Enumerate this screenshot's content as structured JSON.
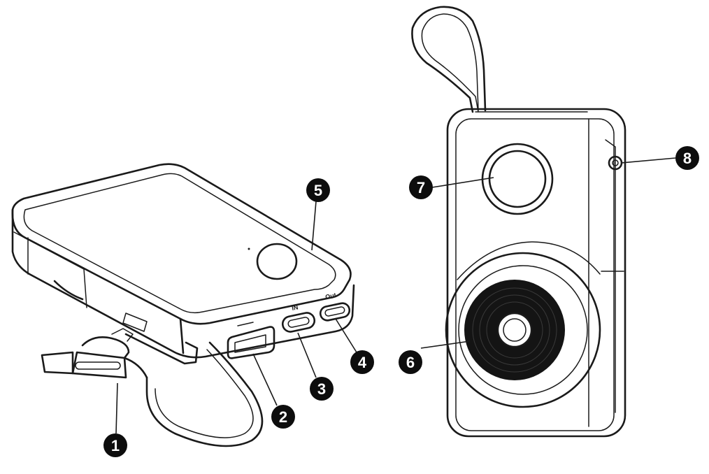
{
  "callouts": [
    {
      "id": "1",
      "label": "1"
    },
    {
      "id": "2",
      "label": "2"
    },
    {
      "id": "3",
      "label": "3"
    },
    {
      "id": "4",
      "label": "4"
    },
    {
      "id": "5",
      "label": "5"
    },
    {
      "id": "6",
      "label": "6"
    },
    {
      "id": "7",
      "label": "7"
    },
    {
      "id": "8",
      "label": "8"
    }
  ],
  "ports": {
    "usb_c_in": "IN",
    "usb_c_out": "Out"
  },
  "colors": {
    "line": "#1a1a1a",
    "callout_fill": "#0d0d0d",
    "background": "#ffffff"
  }
}
